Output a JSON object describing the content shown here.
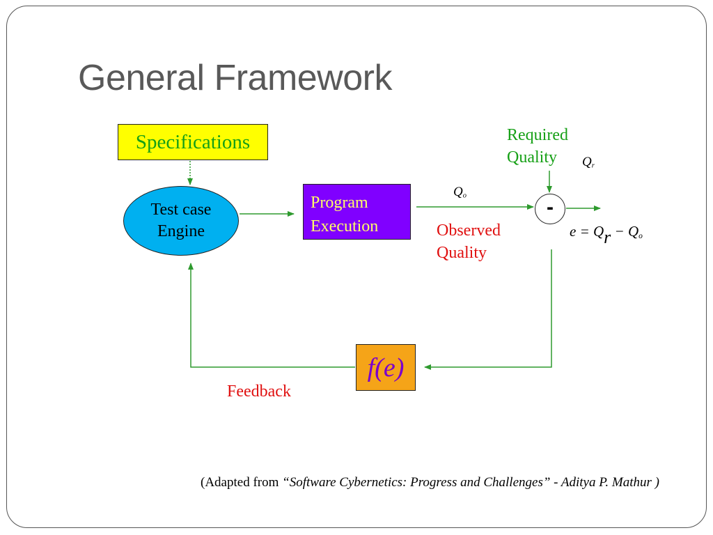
{
  "slide": {
    "title": "General Framework"
  },
  "nodes": {
    "specifications": "Specifications",
    "engine_line1": "Test case",
    "engine_line2": "Engine",
    "exec_line1": "Program",
    "exec_line2": "Execution",
    "sum_symbol": "-",
    "feedback_fn": "f(e)"
  },
  "labels": {
    "required_line1": "Required",
    "required_line2": "Quality",
    "observed_line1": "Observed",
    "observed_line2": "Quality",
    "feedback": "Feedback"
  },
  "math": {
    "qr_var": "Q",
    "qr_sub": "r",
    "qo_var": "Q",
    "qo_sub": "o",
    "equation_lhs": "e = Q",
    "equation_r": "r",
    "equation_mid": " − Q",
    "equation_o": "o"
  },
  "citation": {
    "prefix": "(Adapted from ",
    "work": "“Software Cybernetics: Progress and Challenges” - Aditya P. Mathur )"
  },
  "colors": {
    "spec_fill": "#ffff00",
    "engine_fill": "#00b0f0",
    "exec_fill": "#8000ff",
    "feedback_fill": "#f5a418",
    "arrow": "#2e9a2e",
    "label_green": "#16a016",
    "label_red": "#e01010"
  }
}
